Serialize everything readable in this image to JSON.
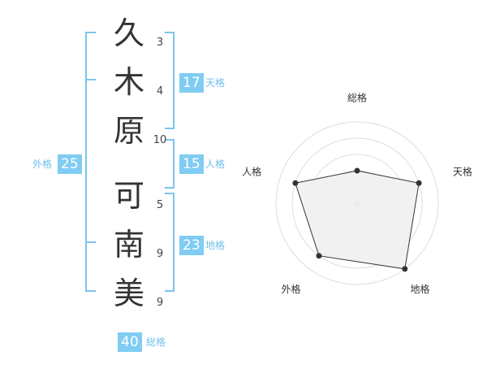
{
  "name": {
    "chars": [
      {
        "char": "久",
        "strokes": "3"
      },
      {
        "char": "木",
        "strokes": "4"
      },
      {
        "char": "原",
        "strokes": "10"
      },
      {
        "char": "可",
        "strokes": "5"
      },
      {
        "char": "南",
        "strokes": "9"
      },
      {
        "char": "美",
        "strokes": "9"
      }
    ]
  },
  "fortunes": {
    "tenkaku": {
      "label": "天格",
      "value": "17"
    },
    "jinkaku": {
      "label": "人格",
      "value": "15"
    },
    "chikaku": {
      "label": "地格",
      "value": "23"
    },
    "gaikaku": {
      "label": "外格",
      "value": "25"
    },
    "soukaku": {
      "label": "総格",
      "value": "40"
    }
  },
  "colors": {
    "accent": "#80ccf2",
    "bracket": "#7cc4ec",
    "text": "#333333"
  },
  "radar": {
    "axes": [
      "総格",
      "天格",
      "地格",
      "外格",
      "人格"
    ],
    "levels": 5,
    "max": 5,
    "values": [
      2,
      4,
      5,
      4,
      4
    ]
  }
}
